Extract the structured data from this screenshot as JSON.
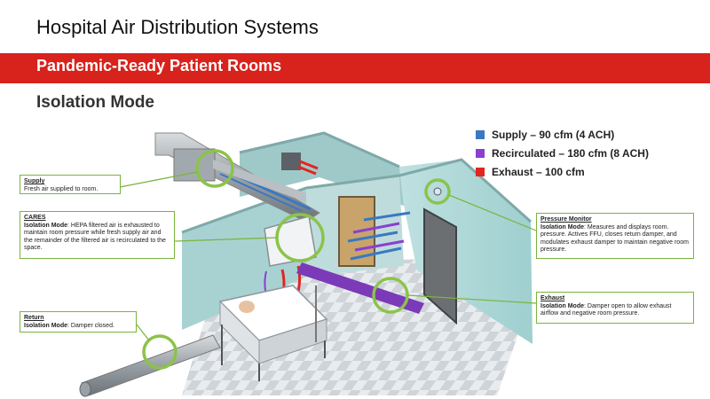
{
  "title": "Hospital Air Distribution Systems",
  "banner": {
    "label": "Pandemic-Ready Patient Rooms",
    "color": "#d8221c"
  },
  "section_title": "Isolation Mode",
  "legend": [
    {
      "label": "Supply – 90 cfm (4 ACH)",
      "color": "#3a78c2"
    },
    {
      "label": "Recirculated – 180 cfm (8 ACH)",
      "color": "#8a3fd1"
    },
    {
      "label": "Exhaust – 100 cfm",
      "color": "#e0261f"
    }
  ],
  "callouts": {
    "supply": {
      "title": "Supply",
      "body": "Fresh air supplied to room."
    },
    "cares": {
      "title": "CARES",
      "mode": "Isolation Mode",
      "body": ": HEPA filtered air is exhausted to maintain room pressure while fresh supply air and the remainder of the filtered air is recirculated to the space."
    },
    "return": {
      "title": "Return",
      "mode": "Isolation Mode",
      "body": ": Damper closed."
    },
    "pressure_monitor": {
      "title": "Pressure Monitor",
      "mode": "Isolation Mode",
      "body": ": Measures and displays room. pressure. Actives FFU, closes return damper, and modulates exhaust damper to maintain negative room pressure."
    },
    "exhaust": {
      "title": "Exhaust",
      "mode": "Isolation Mode",
      "body": ": Damper open to allow exhaust airflow and negative room pressure."
    }
  },
  "callout_border_color": "#7ab43c"
}
